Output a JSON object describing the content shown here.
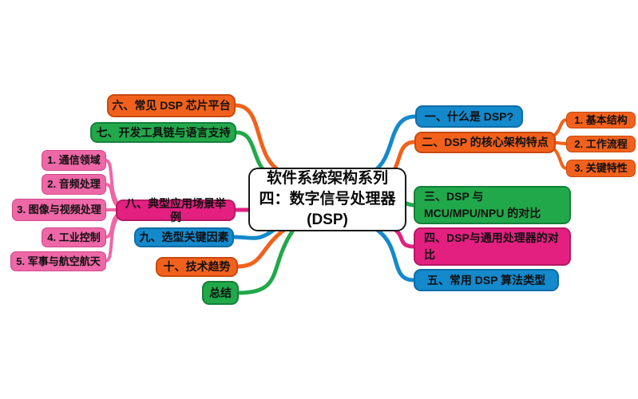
{
  "center": {
    "label": "软件系统架构系列\n四：数字信号处理器\n(DSP)"
  },
  "branches": {
    "b1": {
      "label": "一、什么是 DSP?",
      "color": "blue"
    },
    "b2": {
      "label": "二、DSP 的核心架构特点",
      "color": "orange"
    },
    "b3": {
      "label": "三、DSP 与\nMCU/MPU/NPU 的对比",
      "color": "green"
    },
    "b4": {
      "label": "四、DSP与通用处理器的对\n比",
      "color": "magenta"
    },
    "b5": {
      "label": "五、常用 DSP 算法类型",
      "color": "blue"
    },
    "b6": {
      "label": "六、常见 DSP 芯片平台",
      "color": "orange"
    },
    "b7": {
      "label": "七、开发工具链与语言支持",
      "color": "green"
    },
    "b8": {
      "label": "八、典型应用场景举例",
      "color": "magenta"
    },
    "b9": {
      "label": "九、选型关键因素",
      "color": "blue"
    },
    "b10": {
      "label": "十、技术趋势",
      "color": "orange"
    },
    "b11": {
      "label": "总结",
      "color": "green"
    }
  },
  "children": {
    "r1": {
      "label": "1. 基本结构",
      "color": "orange"
    },
    "r2": {
      "label": "2. 工作流程",
      "color": "orange"
    },
    "r3": {
      "label": "3. 关键特性",
      "color": "orange"
    },
    "l1": {
      "label": "1. 通信领域",
      "color": "pink"
    },
    "l2": {
      "label": "2. 音频处理",
      "color": "pink"
    },
    "l3": {
      "label": "3. 图像与视频处理",
      "color": "pink"
    },
    "l4": {
      "label": "4. 工业控制",
      "color": "pink"
    },
    "l5": {
      "label": "5. 军事与航空航天",
      "color": "pink"
    }
  },
  "colors": {
    "blue": "#1489CC",
    "orange": "#F2611B",
    "green": "#21A84A",
    "magenta": "#E32080",
    "pink": "#EE67A6",
    "center_background": "#FFFFFF",
    "center_border": "#1A1A1A",
    "text": "#101010"
  },
  "border_colors": {
    "blue": "#0E6DA6",
    "orange": "#C74A10",
    "green": "#15803A",
    "magenta": "#B81864",
    "pink": "#D1498A"
  }
}
